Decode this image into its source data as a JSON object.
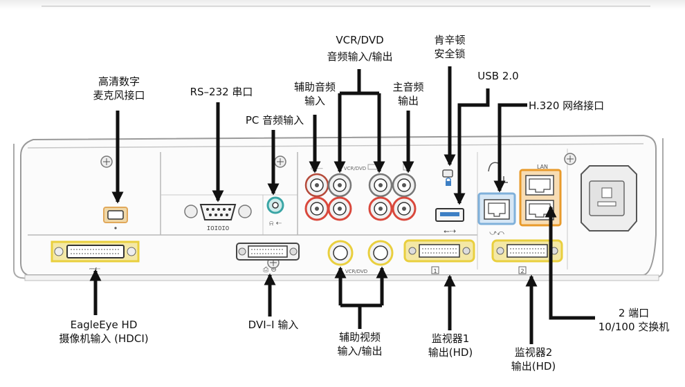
{
  "labels": {
    "hd_digital_mic": {
      "line1": "高清数字",
      "line2": "麦克风接口"
    },
    "rs232": "RS–232 串口",
    "pc_audio_in": "PC 音频输入",
    "aux_audio_in": {
      "line1": "辅助音频",
      "line2": "输入"
    },
    "vcr_dvd_audio": {
      "line1": "VCR/DVD",
      "line2": "音频输入/输出"
    },
    "main_audio_out": {
      "line1": "主音频",
      "line2": "输出"
    },
    "kensington_lock": {
      "line1": "肯辛顿",
      "line2": "安全锁"
    },
    "usb": "USB 2.0",
    "h320_network": "H.320 网络接口",
    "eagleeye_in": {
      "line1": "EagleEye HD",
      "line2": "摄像机输入 (HDCI)"
    },
    "dvi_in": "DVI–I 输入",
    "aux_video_io": {
      "line1": "辅助视频",
      "line2": "输入/输出"
    },
    "monitor1_out": {
      "line1": "监视器1",
      "line2": "输出(HD)"
    },
    "monitor2_out": {
      "line1": "监视器2",
      "line2": "输出(HD)"
    },
    "switch_2port": {
      "line1": "2 端口",
      "line2": "10/100  交换机"
    }
  },
  "panel_marks": {
    "serial": "IOIOIO",
    "vcr_dvd_small": "VCR/DVD",
    "vcr_dvd_video": "VCR/DVD",
    "lan": "LAN",
    "monitor1_num": "1",
    "monitor2_num": "2"
  },
  "colors": {
    "hdci_yellow": "#e9cf3e",
    "audio_red": "#d9483c",
    "pc_audio_teal": "#3aa5a5",
    "usb_blue": "#3d7fc4",
    "network_blue": "#7fb0da",
    "lan_orange": "#e89a2a",
    "pointer": "#111111"
  }
}
